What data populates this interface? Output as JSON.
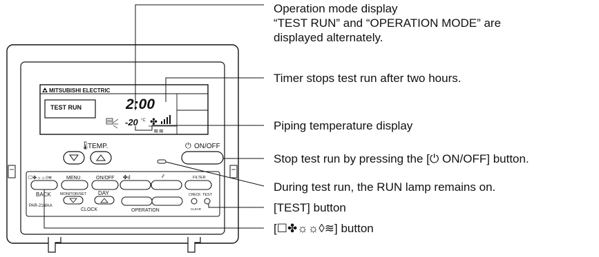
{
  "remote": {
    "brand": "MITSUBISHI ELECTRIC",
    "lcd_mode": "TEST RUN",
    "lcd_time": "2:00",
    "lcd_temp": "-20",
    "lcd_temp_unit": "°C",
    "temp_label": "TEMP.",
    "onoff_label": "ON/OFF",
    "menu_label": "MENU",
    "onoff_small_label": "ON/OFF",
    "back_label": "BACK",
    "monitor_label": "MONITOR/SET",
    "day_label": "DAY",
    "clock_label": "CLOCK",
    "operation_label": "OPERATION",
    "filter_label": "FILTER",
    "check_label": "CHECK",
    "test_label": "TEST",
    "clear_label": "CLEAR",
    "model": "PAR-21MAA"
  },
  "callouts": {
    "mode_display_title": "Operation mode display",
    "mode_display_line2": "“TEST RUN” and “OPERATION MODE” are",
    "mode_display_line3": "displayed alternately.",
    "timer": "Timer stops test run after two hours.",
    "piping": "Piping temperature display",
    "stop_prefix": "Stop test run by pressing the [",
    "stop_suffix": " ON/OFF] button.",
    "run_lamp": "During test run, the RUN lamp remains on.",
    "test_button": "[TEST] button",
    "mode_button_open": "[",
    "mode_button_close": "] button"
  }
}
